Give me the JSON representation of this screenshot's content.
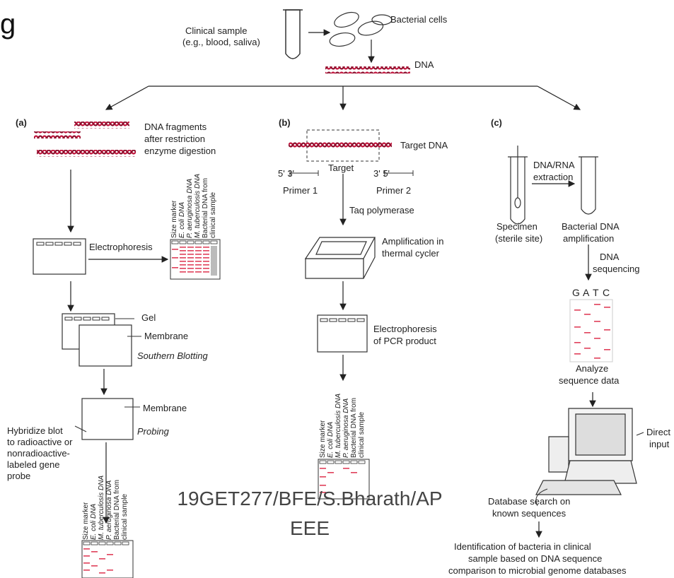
{
  "header": {
    "partial_title": "g",
    "clinical_sample": [
      "Clinical sample",
      "(e.g., blood, saliva)"
    ],
    "bacterial_cells": "Bacterial cells",
    "dna": "DNA"
  },
  "panel_a": {
    "label": "(a)",
    "fragments": [
      "DNA fragments",
      "after restriction",
      "enzyme digestion"
    ],
    "electrophoresis": "Electrophoresis",
    "gel": "Gel",
    "membrane": "Membrane",
    "southern": "Southern Blotting",
    "membrane2": "Membrane",
    "probing": "Probing",
    "hybridize": [
      "Hybridize blot",
      "to radioactive or",
      "nonradioactive-",
      "labeled gene",
      "probe"
    ],
    "lanes_top": [
      "Size marker",
      "E. coli DNA",
      "P. aeruginosa DNA",
      "M. tuberculosis DNA",
      "Bacterial DNA from",
      "clinical sample"
    ],
    "lanes_bottom": [
      "Size marker",
      "E. coli DNA",
      "M. tuberculosis DNA",
      "P. aeruginosa DNA",
      "Bacterial DNA from",
      "clinical sample"
    ]
  },
  "panel_b": {
    "label": "(b)",
    "target_dna": "Target DNA",
    "target": "Target",
    "primer1_ends": "5'        3'",
    "primer2_ends": "3'        5'",
    "primer1": "Primer 1",
    "primer2": "Primer 2",
    "taq": "Taq polymerase",
    "amplification": [
      "Amplification in",
      "thermal cycler"
    ],
    "electrophoresis": [
      "Electrophoresis",
      "of PCR product"
    ],
    "lanes": [
      "Size marker",
      "E. coli DNA",
      "M. tuberculosis DNA",
      "P. aeruginosa DNA",
      "Bacterial DNA from",
      "clinical sample"
    ]
  },
  "panel_c": {
    "label": "(c)",
    "extraction": [
      "DNA/RNA",
      "extraction"
    ],
    "specimen": [
      "Specimen",
      "(sterile site)"
    ],
    "bacterial_amp": [
      "Bacterial DNA",
      "amplification"
    ],
    "sequencing": [
      "DNA",
      "sequencing"
    ],
    "bases": [
      "G",
      "A",
      "T",
      "C"
    ],
    "analyze": [
      "Analyze",
      "sequence data"
    ],
    "direct": [
      "Direct",
      "input"
    ],
    "database": [
      "Database search on",
      "known sequences"
    ],
    "identification": [
      "Identification of bacteria in clinical",
      "sample based on DNA sequence",
      "comparison to microbial genome databases"
    ]
  },
  "watermark": [
    "19GET277/BFE/S.Bharath/AP",
    "EEE"
  ],
  "colors": {
    "dna": "#c0143c",
    "band": "#e0405a",
    "line": "#222222"
  }
}
